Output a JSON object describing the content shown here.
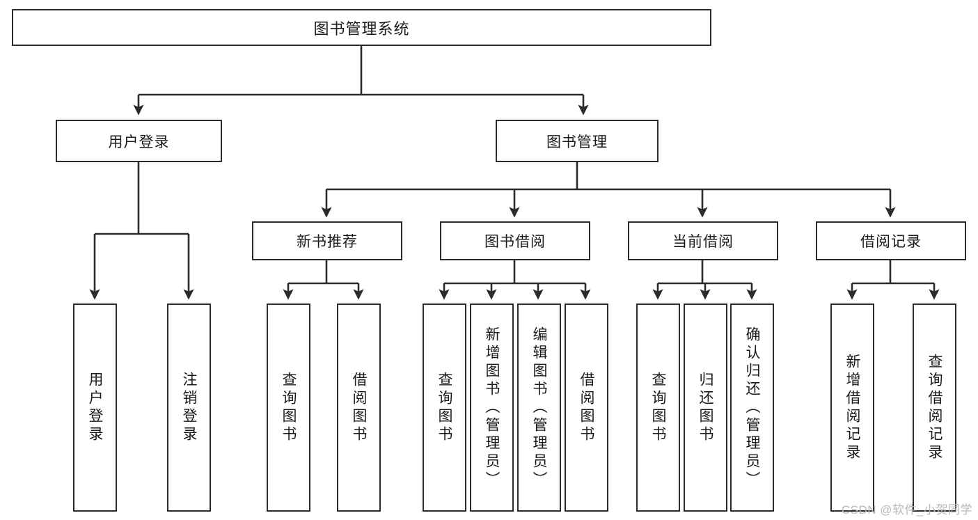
{
  "diagram": {
    "type": "hierarchy-tree",
    "title": "图书管理系统",
    "watermark": "CSDN @软件_小贺同学",
    "colors": {
      "stroke": "#2b2b2b",
      "fill": "#ffffff",
      "text": "#1a1a1a",
      "watermark": "#b9b9b9"
    },
    "root": {
      "label": "图书管理系统",
      "children": [
        {
          "label": "用户登录",
          "children": [
            {
              "label": "用户登录"
            },
            {
              "label": "注销登录"
            }
          ]
        },
        {
          "label": "图书管理",
          "children": [
            {
              "label": "新书推荐",
              "children": [
                {
                  "label": "查询图书"
                },
                {
                  "label": "借阅图书"
                }
              ]
            },
            {
              "label": "图书借阅",
              "children": [
                {
                  "label": "查询图书"
                },
                {
                  "label": "新增图书（管理员）"
                },
                {
                  "label": "编辑图书（管理员）"
                },
                {
                  "label": "借阅图书"
                }
              ]
            },
            {
              "label": "当前借阅",
              "children": [
                {
                  "label": "查询图书"
                },
                {
                  "label": "归还图书"
                },
                {
                  "label": "确认归还（管理员）"
                }
              ]
            },
            {
              "label": "借阅记录",
              "children": [
                {
                  "label": "新增借阅记录"
                },
                {
                  "label": "查询借阅记录"
                }
              ]
            }
          ]
        }
      ]
    },
    "nodes": {
      "root_title": "图书管理系统",
      "l1_user_login": "用户登录",
      "l1_book_mgmt": "图书管理",
      "l2_new_book_rec": "新书推荐",
      "l2_book_borrow": "图书借阅",
      "l2_current_borrow": "当前借阅",
      "l2_borrow_record": "借阅记录",
      "leaf_user_login": "用户登录",
      "leaf_logout": "注销登录",
      "leaf_query_book_a": "查询图书",
      "leaf_borrow_book_a": "借阅图书",
      "leaf_query_book_b": "查询图书",
      "leaf_add_book_admin": "新增图书（管理员）",
      "leaf_edit_book_admin": "编辑图书（管理员）",
      "leaf_borrow_book_b": "借阅图书",
      "leaf_query_book_c": "查询图书",
      "leaf_return_book": "归还图书",
      "leaf_confirm_return_admin": "确认归还（管理员）",
      "leaf_add_record": "新增借阅记录",
      "leaf_query_record": "查询借阅记录"
    }
  }
}
